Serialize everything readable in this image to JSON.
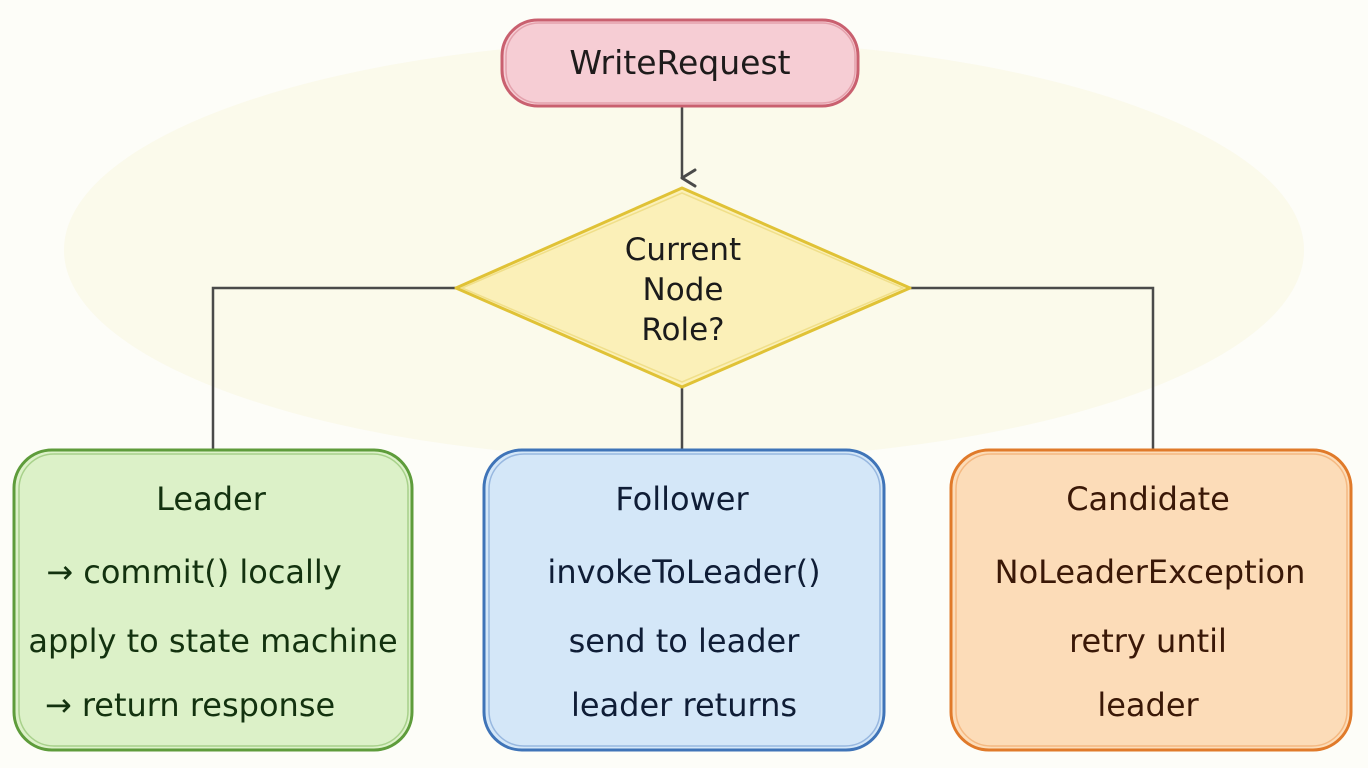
{
  "start": {
    "label": "WriteRequest"
  },
  "decision": {
    "lines": [
      "Current",
      "Node",
      "Role?"
    ]
  },
  "branches": {
    "leader": {
      "title": "Leader",
      "lines": [
        "→ commit() locally",
        "apply to state machine",
        "→ return response"
      ]
    },
    "follower": {
      "title": "Follower",
      "lines": [
        "invokeToLeader()",
        "send to leader",
        "leader returns"
      ]
    },
    "candidate": {
      "title": "Candidate",
      "lines": [
        "NoLeaderException",
        "retry until",
        "leader"
      ]
    }
  },
  "colors": {
    "start_fill": "#f6cdd4",
    "start_stroke": "#c9606f",
    "decision_fill": "#fbf0b8",
    "decision_stroke": "#e0c236",
    "leader_fill": "#dcf1c8",
    "leader_stroke": "#5e9c3b",
    "follower_fill": "#d4e7f8",
    "follower_stroke": "#3f74b8",
    "candidate_fill": "#fcdcb8",
    "candidate_stroke": "#e07a2a",
    "connector": "#4a4a4a"
  }
}
